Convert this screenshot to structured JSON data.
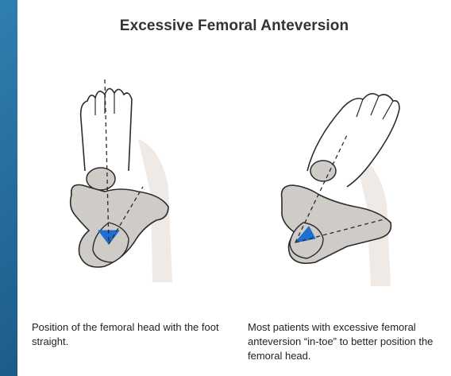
{
  "title": "Excessive Femoral Anteversion",
  "left_caption": "Position of the femoral head with the foot straight.",
  "right_caption": "Most patients with excessive femoral anteversion “in-toe” to better position the femoral head.",
  "colors": {
    "bone": "#cfcbc6",
    "outline": "#2b2b2b",
    "angle": "#1f6fd1",
    "background_accent": "#1d5d8c"
  }
}
